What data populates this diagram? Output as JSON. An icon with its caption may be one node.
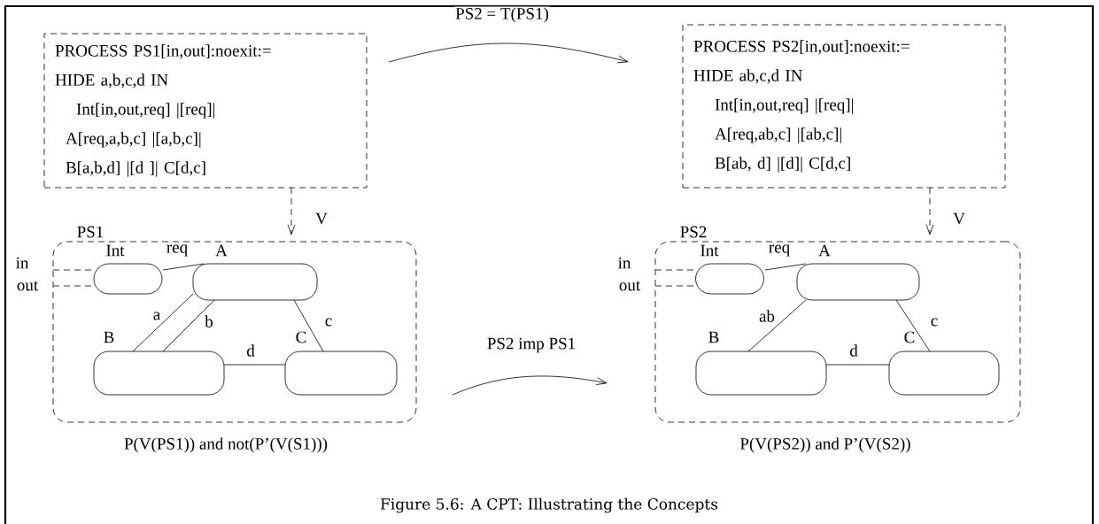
{
  "diagram": {
    "caption": "Figure 5.6: A CPT: Illustrating the Concepts",
    "nodes": [
      {
        "text": [
          "PROCESS PS1[in,out]:noexit:=",
          "HIDE a,b,c,d IN",
          "Int[in,out,req] |[req]|",
          "A[req,a,b,c] |[a,b,c]|",
          "B[a,b,d] |[d ]| C[d,c]"
        ]
      },
      {
        "text": [
          "PS1"
        ],
        "beside": [
          "P(V(PS1)) and not(P’(V(S1)))"
        ]
      },
      {
        "text": [
          "Int"
        ],
        "in": 1
      },
      {
        "text": [
          "A"
        ],
        "in": 1
      },
      {
        "text": [
          "B"
        ],
        "in": 1
      },
      {
        "text": [
          "C"
        ],
        "in": 1
      },
      {
        "text": [
          "PROCESS PS2[in,out]:noexit:=",
          "HIDE ab,c,d IN",
          "Int[in,out,req] |[req]|",
          "A[req,ab,c] |[ab,c]|",
          "B[ab, d] |[d]| C[d,c]"
        ]
      },
      {
        "text": [
          "PS2"
        ],
        "beside": [
          "P(V(PS2)) and P’(V(S2))"
        ]
      },
      {
        "text": [
          "Int"
        ],
        "in": 7
      },
      {
        "text": [
          "A"
        ],
        "in": 7
      },
      {
        "text": [
          "B"
        ],
        "in": 7
      },
      {
        "text": [
          "C"
        ],
        "in": 7
      }
    ],
    "edges": [
      {
        "from": 0,
        "to": 6,
        "arrow": "to",
        "label": "PS2 = T(PS1)"
      },
      {
        "from": 0,
        "to": 1,
        "arrow": "to",
        "label": "V",
        "style": "dashed"
      },
      {
        "from": 6,
        "to": 7,
        "arrow": "to",
        "label": "V",
        "style": "dashed"
      },
      {
        "from": 1,
        "to": 7,
        "arrow": "to",
        "label": "PS2 imp PS1"
      },
      {
        "from": null,
        "to": 2,
        "arrow": "none",
        "label": "in",
        "style": "dashed"
      },
      {
        "from": null,
        "to": 2,
        "arrow": "none",
        "label": "out",
        "style": "dashed"
      },
      {
        "from": 2,
        "to": 3,
        "arrow": "none",
        "label": "req"
      },
      {
        "from": 3,
        "to": 4,
        "arrow": "none",
        "label": "a"
      },
      {
        "from": 3,
        "to": 4,
        "arrow": "none",
        "label": "b"
      },
      {
        "from": 3,
        "to": 5,
        "arrow": "none",
        "label": "c"
      },
      {
        "from": 4,
        "to": 5,
        "arrow": "none",
        "label": "d"
      },
      {
        "from": null,
        "to": 8,
        "arrow": "none",
        "label": "in",
        "style": "dashed"
      },
      {
        "from": null,
        "to": 8,
        "arrow": "none",
        "label": "out",
        "style": "dashed"
      },
      {
        "from": 8,
        "to": 9,
        "arrow": "none",
        "label": "req"
      },
      {
        "from": 9,
        "to": 10,
        "arrow": "none",
        "label": "ab"
      },
      {
        "from": 9,
        "to": 11,
        "arrow": "none",
        "label": "c"
      },
      {
        "from": 10,
        "to": 11,
        "arrow": "none",
        "label": "d"
      }
    ]
  }
}
